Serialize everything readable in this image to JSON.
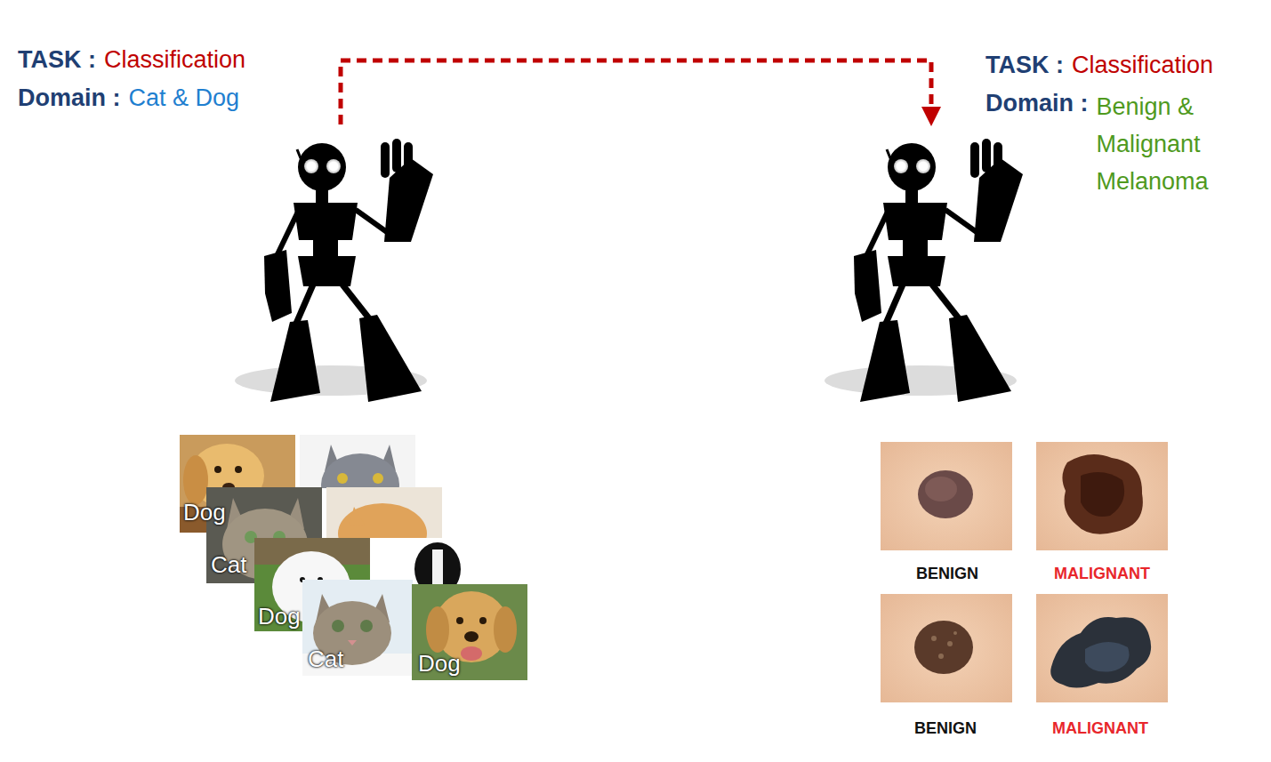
{
  "diagram": {
    "nodes": [
      {
        "text": [
          "TASK :",
          "Classification",
          "Domain :",
          "Cat & Dog"
        ]
      },
      {
        "text": [
          "TASK :",
          "Classification",
          "Domain :",
          "Benign & Malignant Melanoma"
        ]
      }
    ],
    "edges": [
      {
        "from": 0,
        "to": 1,
        "arrow": "to"
      }
    ],
    "labels": [
      "Dog",
      "Cat",
      "Dog",
      "Cat",
      "Dog",
      "BENIGN",
      "MALIGNANT",
      "BENIGN",
      "MALIGNANT"
    ]
  }
}
